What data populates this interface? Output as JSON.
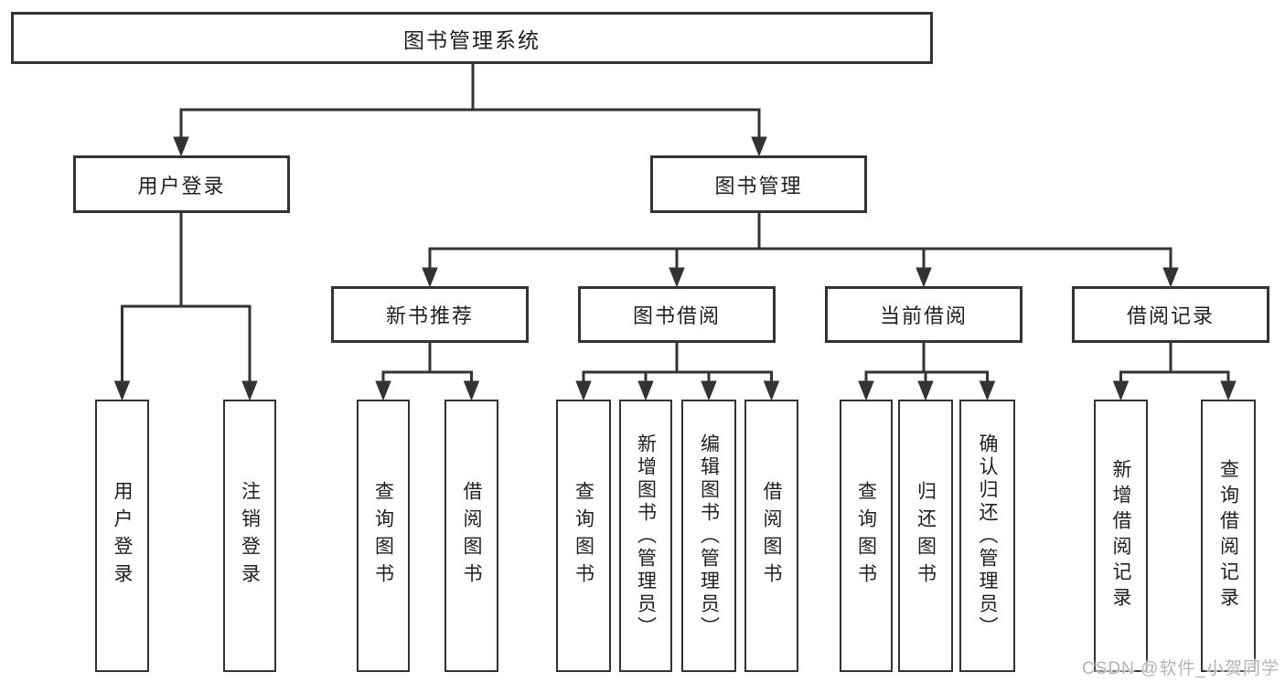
{
  "title": "图书管理系统",
  "nodes": {
    "root": {
      "label": "图书管理系统",
      "level": 1
    },
    "user_login": {
      "label": "用户登录",
      "level": 2
    },
    "book_mgmt": {
      "label": "图书管理",
      "level": 2
    },
    "new_book_rec": {
      "label": "新书推荐",
      "level": 3
    },
    "book_borrow": {
      "label": "图书借阅",
      "level": 3
    },
    "current_borrow": {
      "label": "当前借阅",
      "level": 3
    },
    "borrow_record": {
      "label": "借阅记录",
      "level": 3
    },
    "ul_login": {
      "label": "用户登录",
      "level": 4
    },
    "ul_logout": {
      "label": "注销登录",
      "level": 4
    },
    "nbr_query": {
      "label": "查询图书",
      "level": 4
    },
    "nbr_borrow": {
      "label": "借阅图书",
      "level": 4
    },
    "bb_query": {
      "label": "查询图书",
      "level": 4
    },
    "bb_add": {
      "label": "新增图书（管理员）",
      "level": 4
    },
    "bb_edit": {
      "label": "编辑图书（管理员）",
      "level": 4
    },
    "bb_borrow": {
      "label": "借阅图书",
      "level": 4
    },
    "cb_query": {
      "label": "查询图书",
      "level": 4
    },
    "cb_return": {
      "label": "归还图书",
      "level": 4
    },
    "cb_confirm": {
      "label": "确认归还（管理员）",
      "level": 4
    },
    "br_add": {
      "label": "新增借阅记录",
      "level": 4
    },
    "br_query": {
      "label": "查询借阅记录",
      "level": 4
    }
  },
  "hierarchy": [
    {
      "parent": "图书管理系统",
      "children": [
        "用户登录",
        "图书管理"
      ]
    },
    {
      "parent": "用户登录",
      "children": [
        "用户登录",
        "注销登录"
      ]
    },
    {
      "parent": "图书管理",
      "children": [
        "新书推荐",
        "图书借阅",
        "当前借阅",
        "借阅记录"
      ]
    },
    {
      "parent": "新书推荐",
      "children": [
        "查询图书",
        "借阅图书"
      ]
    },
    {
      "parent": "图书借阅",
      "children": [
        "查询图书",
        "新增图书（管理员）",
        "编辑图书（管理员）",
        "借阅图书"
      ]
    },
    {
      "parent": "当前借阅",
      "children": [
        "查询图书",
        "归还图书",
        "确认归还（管理员）"
      ]
    },
    {
      "parent": "借阅记录",
      "children": [
        "新增借阅记录",
        "查询借阅记录"
      ]
    }
  ],
  "colors": {
    "line": "#333333",
    "box_border": "#333333",
    "box_fill": "#ffffff",
    "text": "#1f1f1f",
    "watermark": "#b3b3b3",
    "background": "#ffffff"
  },
  "watermark": {
    "text": "CSDN @软件_小贺同学"
  }
}
